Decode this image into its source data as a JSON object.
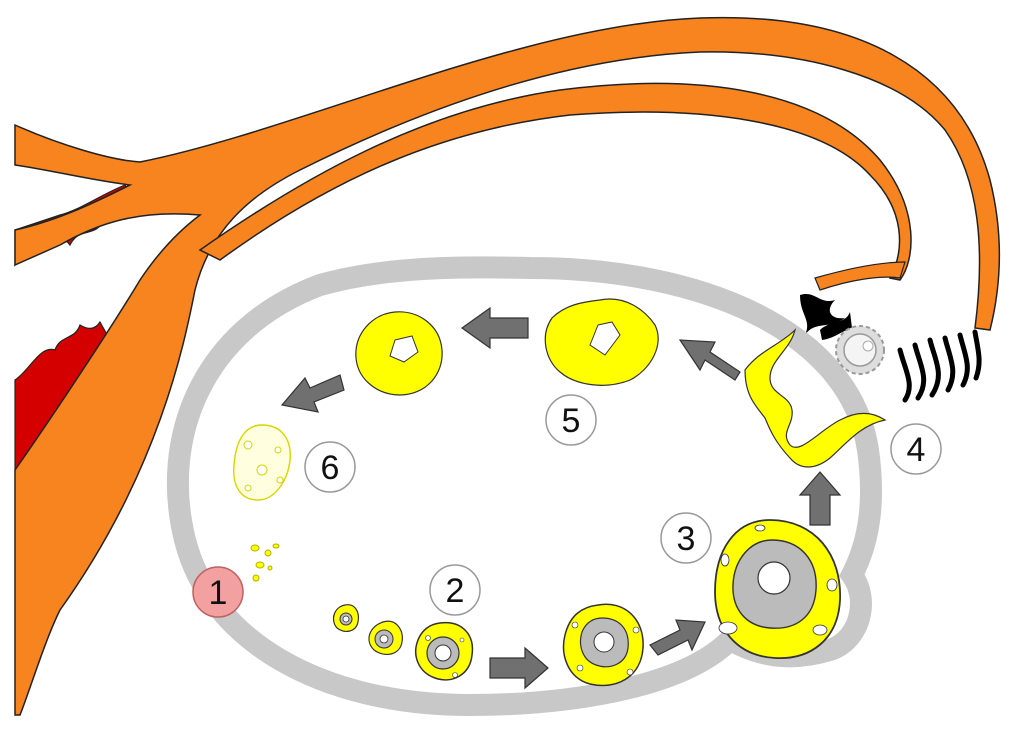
{
  "stages": [
    {
      "label": "1",
      "fill": "#f2a0a0"
    },
    {
      "label": "2",
      "fill": "#ffffff"
    },
    {
      "label": "3",
      "fill": "#ffffff"
    },
    {
      "label": "4",
      "fill": "#ffffff"
    },
    {
      "label": "5",
      "fill": "#ffffff"
    },
    {
      "label": "6",
      "fill": "#ffffff"
    }
  ],
  "colors": {
    "oviduct": "#f7841f",
    "endometrium": "#d40000",
    "ovary_outline": "#c8c8c8",
    "follicle_cells": "#ffff00",
    "oocyte": "#9a9a9a",
    "arrow": "#707070"
  },
  "icons": {
    "arrow": "cycle-arrow-icon",
    "follicle": "follicle-icon",
    "oocyte": "oocyte-icon",
    "corpus_luteum": "corpus-luteum-icon"
  }
}
